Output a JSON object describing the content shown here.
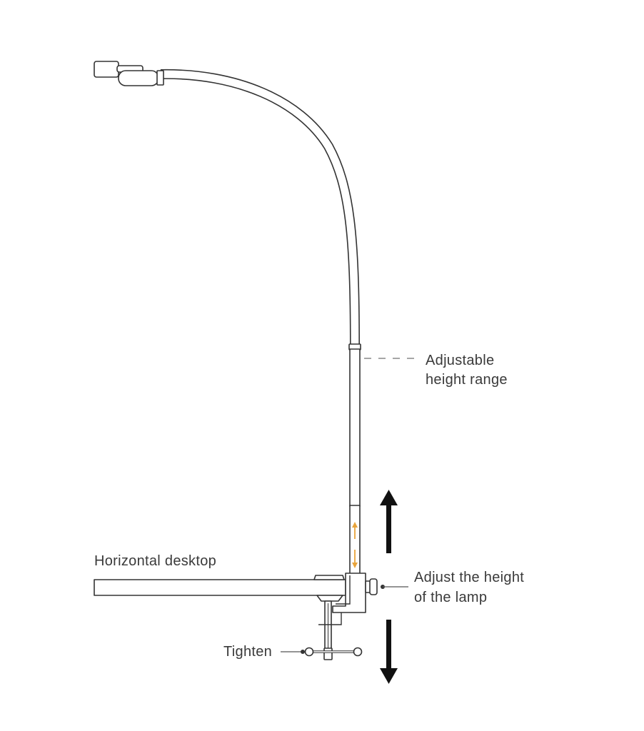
{
  "labels": {
    "adjustable_line1": "Adjustable",
    "adjustable_line2": "height range",
    "adjust_height_line1": "Adjust the height",
    "adjust_height_line2": "of the lamp",
    "horizontal_desktop": "Horizontal desktop",
    "tighten": "Tighten"
  },
  "colors": {
    "line": "#333333",
    "text": "#3a3a3a",
    "accent_arrow": "#e8a33a",
    "big_arrow": "#111111",
    "dashed_leader": "#888888"
  }
}
